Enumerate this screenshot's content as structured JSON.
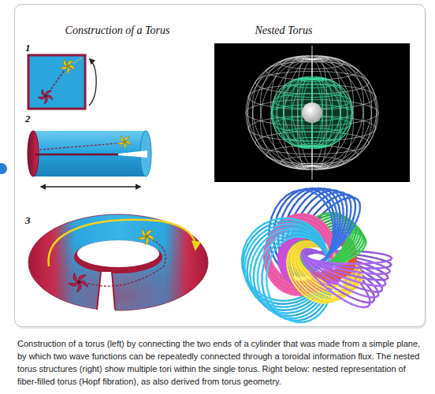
{
  "diagram": {
    "caption": "Construction of a torus (left) by connecting the two ends of a cylinder that was made from a simple plane, by which two wave functions can be repeatedly connected through a toroidal information flux. The nested torus structures (right) show multiple tori within the single torus. Right below: nested representation of fiber-filled torus (Hopf fibration), as also derived from torus geometry.",
    "labels": [
      "Construction of a Torus",
      "Nested Torus",
      "1",
      "2",
      "3"
    ]
  }
}
